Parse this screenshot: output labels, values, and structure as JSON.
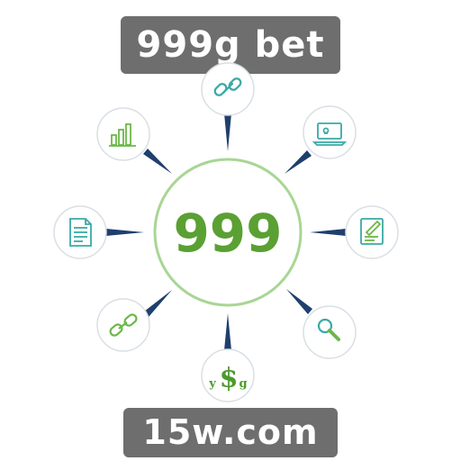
{
  "header": {
    "title": "999g bet"
  },
  "hub": {
    "label": "999"
  },
  "footer": {
    "domain": "15w.com"
  },
  "icons": {
    "dollar_glyph": "$",
    "dollar_left": "y",
    "dollar_right": "g"
  },
  "colors": {
    "banner_bg": "#6e6e6e",
    "banner_text": "#ffffff",
    "hub_ring": "#9fd08a",
    "hub_text": "#5aa033",
    "connector": "#1f3f6e",
    "node_ring": "#d9dfe4",
    "icon_green": "#6bb848",
    "icon_teal": "#3aa9a6"
  }
}
